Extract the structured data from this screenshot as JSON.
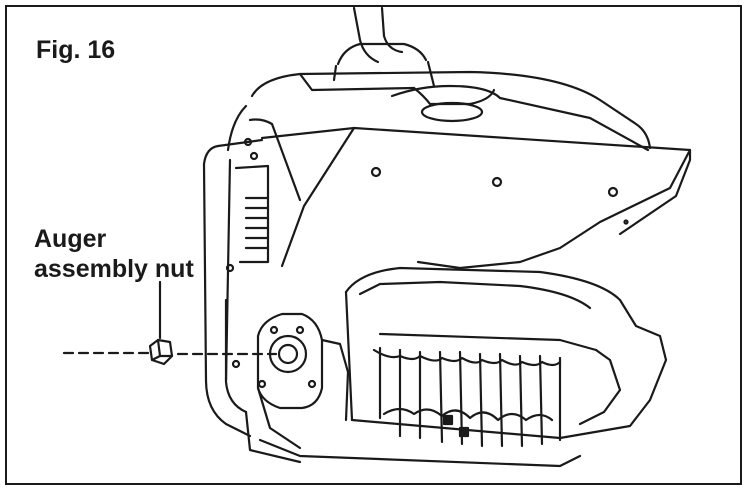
{
  "figure": {
    "title": "Fig. 16"
  },
  "callout": {
    "line1": "Auger",
    "line2": "assembly nut"
  },
  "colors": {
    "ink": "#1a1a1a",
    "paper": "#ffffff"
  }
}
